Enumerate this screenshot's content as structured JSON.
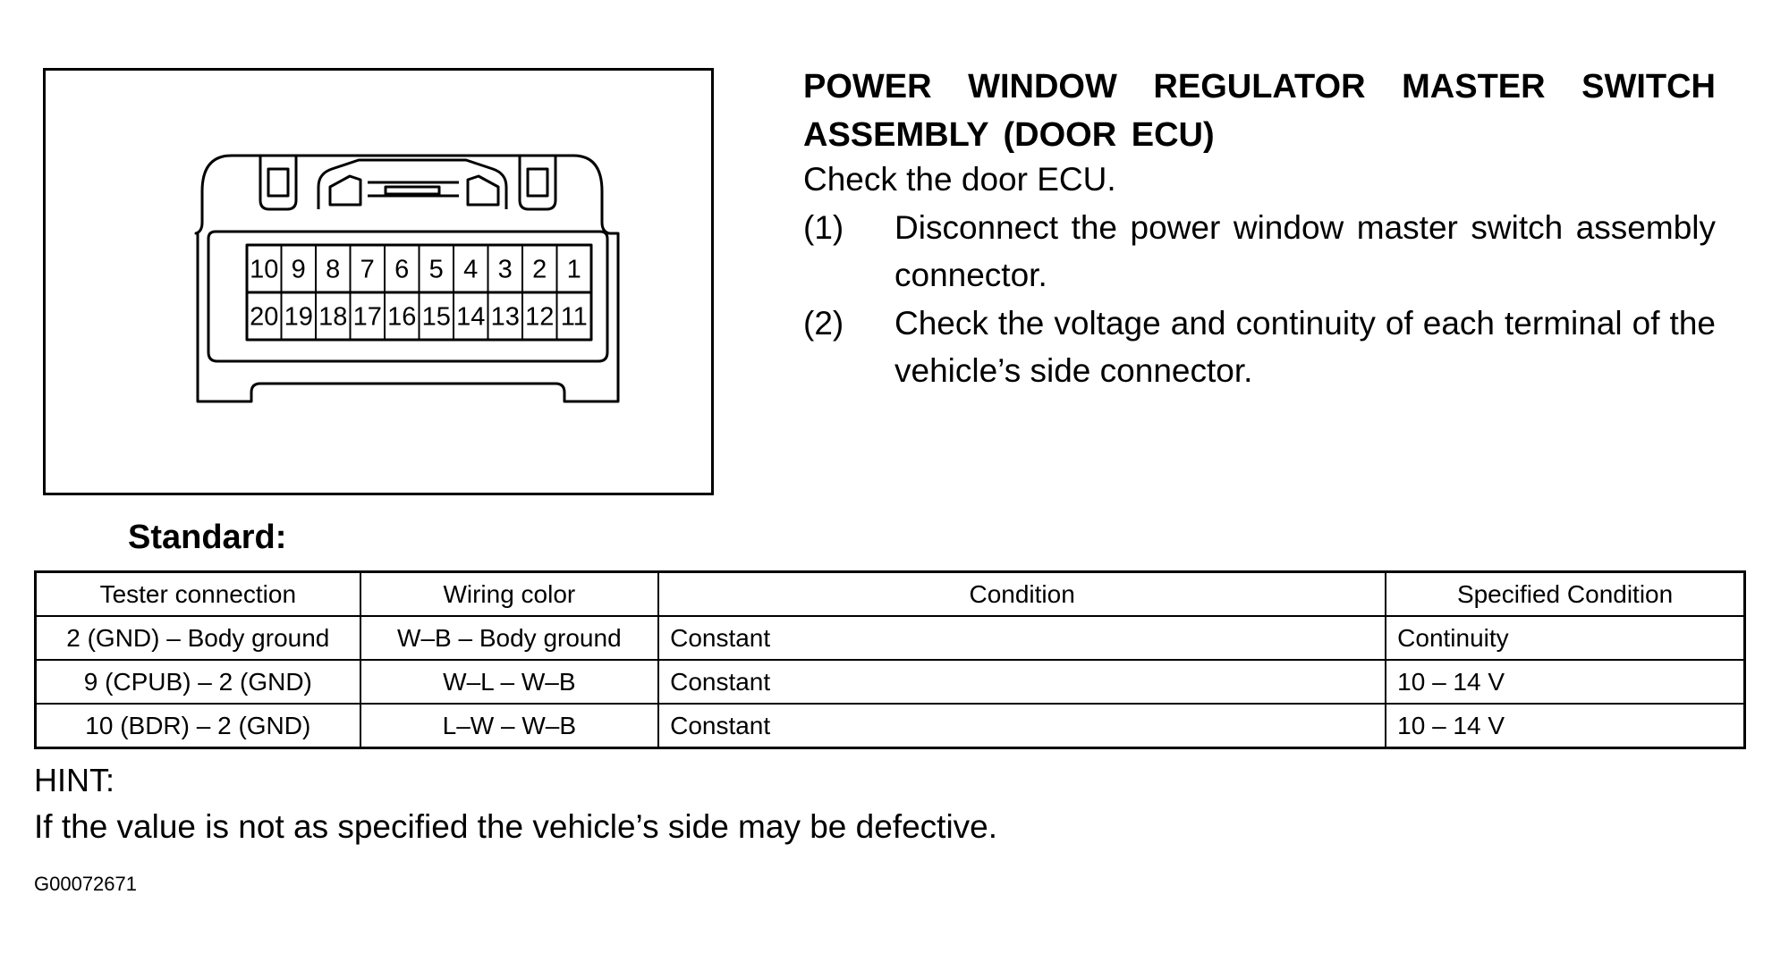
{
  "heading": "POWER WINDOW REGULATOR MASTER SWITCH ASSEMBLY (DOOR ECU)",
  "intro": "Check the door ECU.",
  "steps": [
    {
      "num": "(1)",
      "text": "Disconnect the power window master switch assembly connector."
    },
    {
      "num": "(2)",
      "text": "Check the voltage and continuity of each terminal of the vehicle’s side connector."
    }
  ],
  "connector": {
    "top_row": [
      "10",
      "9",
      "8",
      "7",
      "6",
      "5",
      "4",
      "3",
      "2",
      "1"
    ],
    "bottom_row": [
      "20",
      "19",
      "18",
      "17",
      "16",
      "15",
      "14",
      "13",
      "12",
      "11"
    ]
  },
  "standard_label": "Standard:",
  "table": {
    "headers": [
      "Tester connection",
      "Wiring color",
      "Condition",
      "Specified Condition"
    ],
    "rows": [
      [
        "2 (GND) – Body ground",
        "W–B – Body ground",
        "Constant",
        "Continuity"
      ],
      [
        "9 (CPUB) – 2 (GND)",
        "W–L – W–B",
        "Constant",
        "10 – 14 V"
      ],
      [
        "10 (BDR) – 2 (GND)",
        "L–W – W–B",
        "Constant",
        "10 – 14 V"
      ]
    ]
  },
  "hint_title": "HINT:",
  "hint_text": "If the value is not as specified the vehicle’s side may be defective.",
  "figure_id": "G00072671"
}
